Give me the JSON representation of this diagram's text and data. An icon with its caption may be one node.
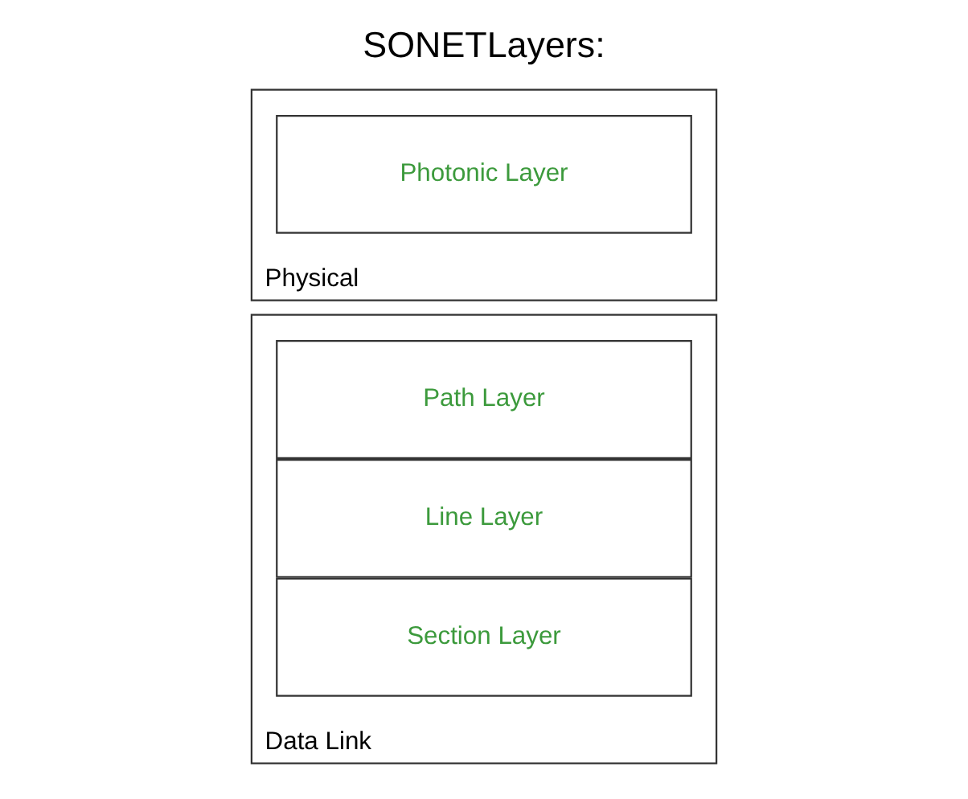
{
  "diagram": {
    "title": "SONETLayers:",
    "nodes": [
      {
        "text": [
          "Data Link"
        ]
      },
      {
        "text": [
          "Path Layer"
        ],
        "in": 0
      },
      {
        "text": [
          "Line Layer"
        ],
        "in": 0
      },
      {
        "text": [
          "Section Layer"
        ],
        "in": 0
      },
      {
        "text": [
          "Physical"
        ]
      },
      {
        "text": [
          "Photonic Layer"
        ],
        "in": 4
      }
    ]
  }
}
